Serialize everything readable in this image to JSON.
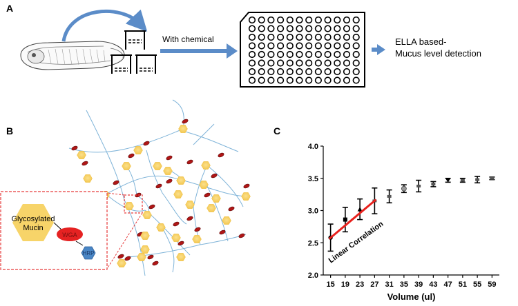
{
  "panel_a": {
    "letter": "A",
    "arrow_label": "With chemical",
    "result_line1": "ELLA based-",
    "result_line2": "Mucus level detection"
  },
  "panel_b": {
    "letter": "B",
    "inset_label_line1": "Glycosylated",
    "inset_label_line2": "Mucin",
    "wga_label": "WGA",
    "hrp_label": "HRP"
  },
  "panel_c": {
    "letter": "C"
  },
  "chart_data": {
    "type": "scatter",
    "xlabel": "Volume (ul)",
    "ylabel": "",
    "categories": [
      "15",
      "19",
      "23",
      "27",
      "31",
      "35",
      "39",
      "43",
      "47",
      "51",
      "55",
      "59"
    ],
    "ylim": [
      2.0,
      4.0
    ],
    "yticks": [
      "2.0",
      "2.5",
      "3.0",
      "3.5",
      "4.0"
    ],
    "series": [
      {
        "values": [
          2.58,
          2.86,
          3.02,
          3.15,
          3.22,
          3.34,
          3.38,
          3.41,
          3.47,
          3.47,
          3.48,
          3.5
        ],
        "errors": [
          0.21,
          0.19,
          0.16,
          0.2,
          0.1,
          0.06,
          0.09,
          0.04,
          0.03,
          0.03,
          0.05,
          0.02
        ]
      }
    ],
    "annotation": "Linear Correlation",
    "line_color": "#e8201c"
  },
  "colors": {
    "arrow_blue": "#5b8cc8",
    "hexagon_yellow": "#f7d469",
    "strand_blue": "#7eb3d8",
    "wga_red": "#e52222",
    "hrp_blue": "#4a86c5",
    "dashed_red": "#e63a3a"
  }
}
